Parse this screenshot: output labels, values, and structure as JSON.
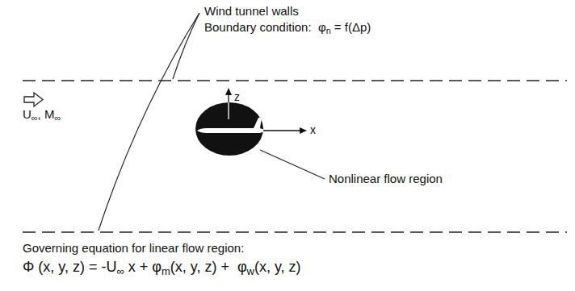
{
  "diagram": {
    "labels": [
      "Wind tunnel walls",
      "Boundary condition:  φ",
      "n",
      " = f(Δp)",
      "U",
      "∞",
      ", M",
      "∞",
      "z",
      "x",
      "Nonlinear flow region",
      "Governing equation for linear flow region:",
      "Φ (x, y, z) = -U",
      "∞",
      " x + φ",
      "m",
      "(x, y, z) +  φ",
      "w",
      "(x, y, z)"
    ]
  }
}
